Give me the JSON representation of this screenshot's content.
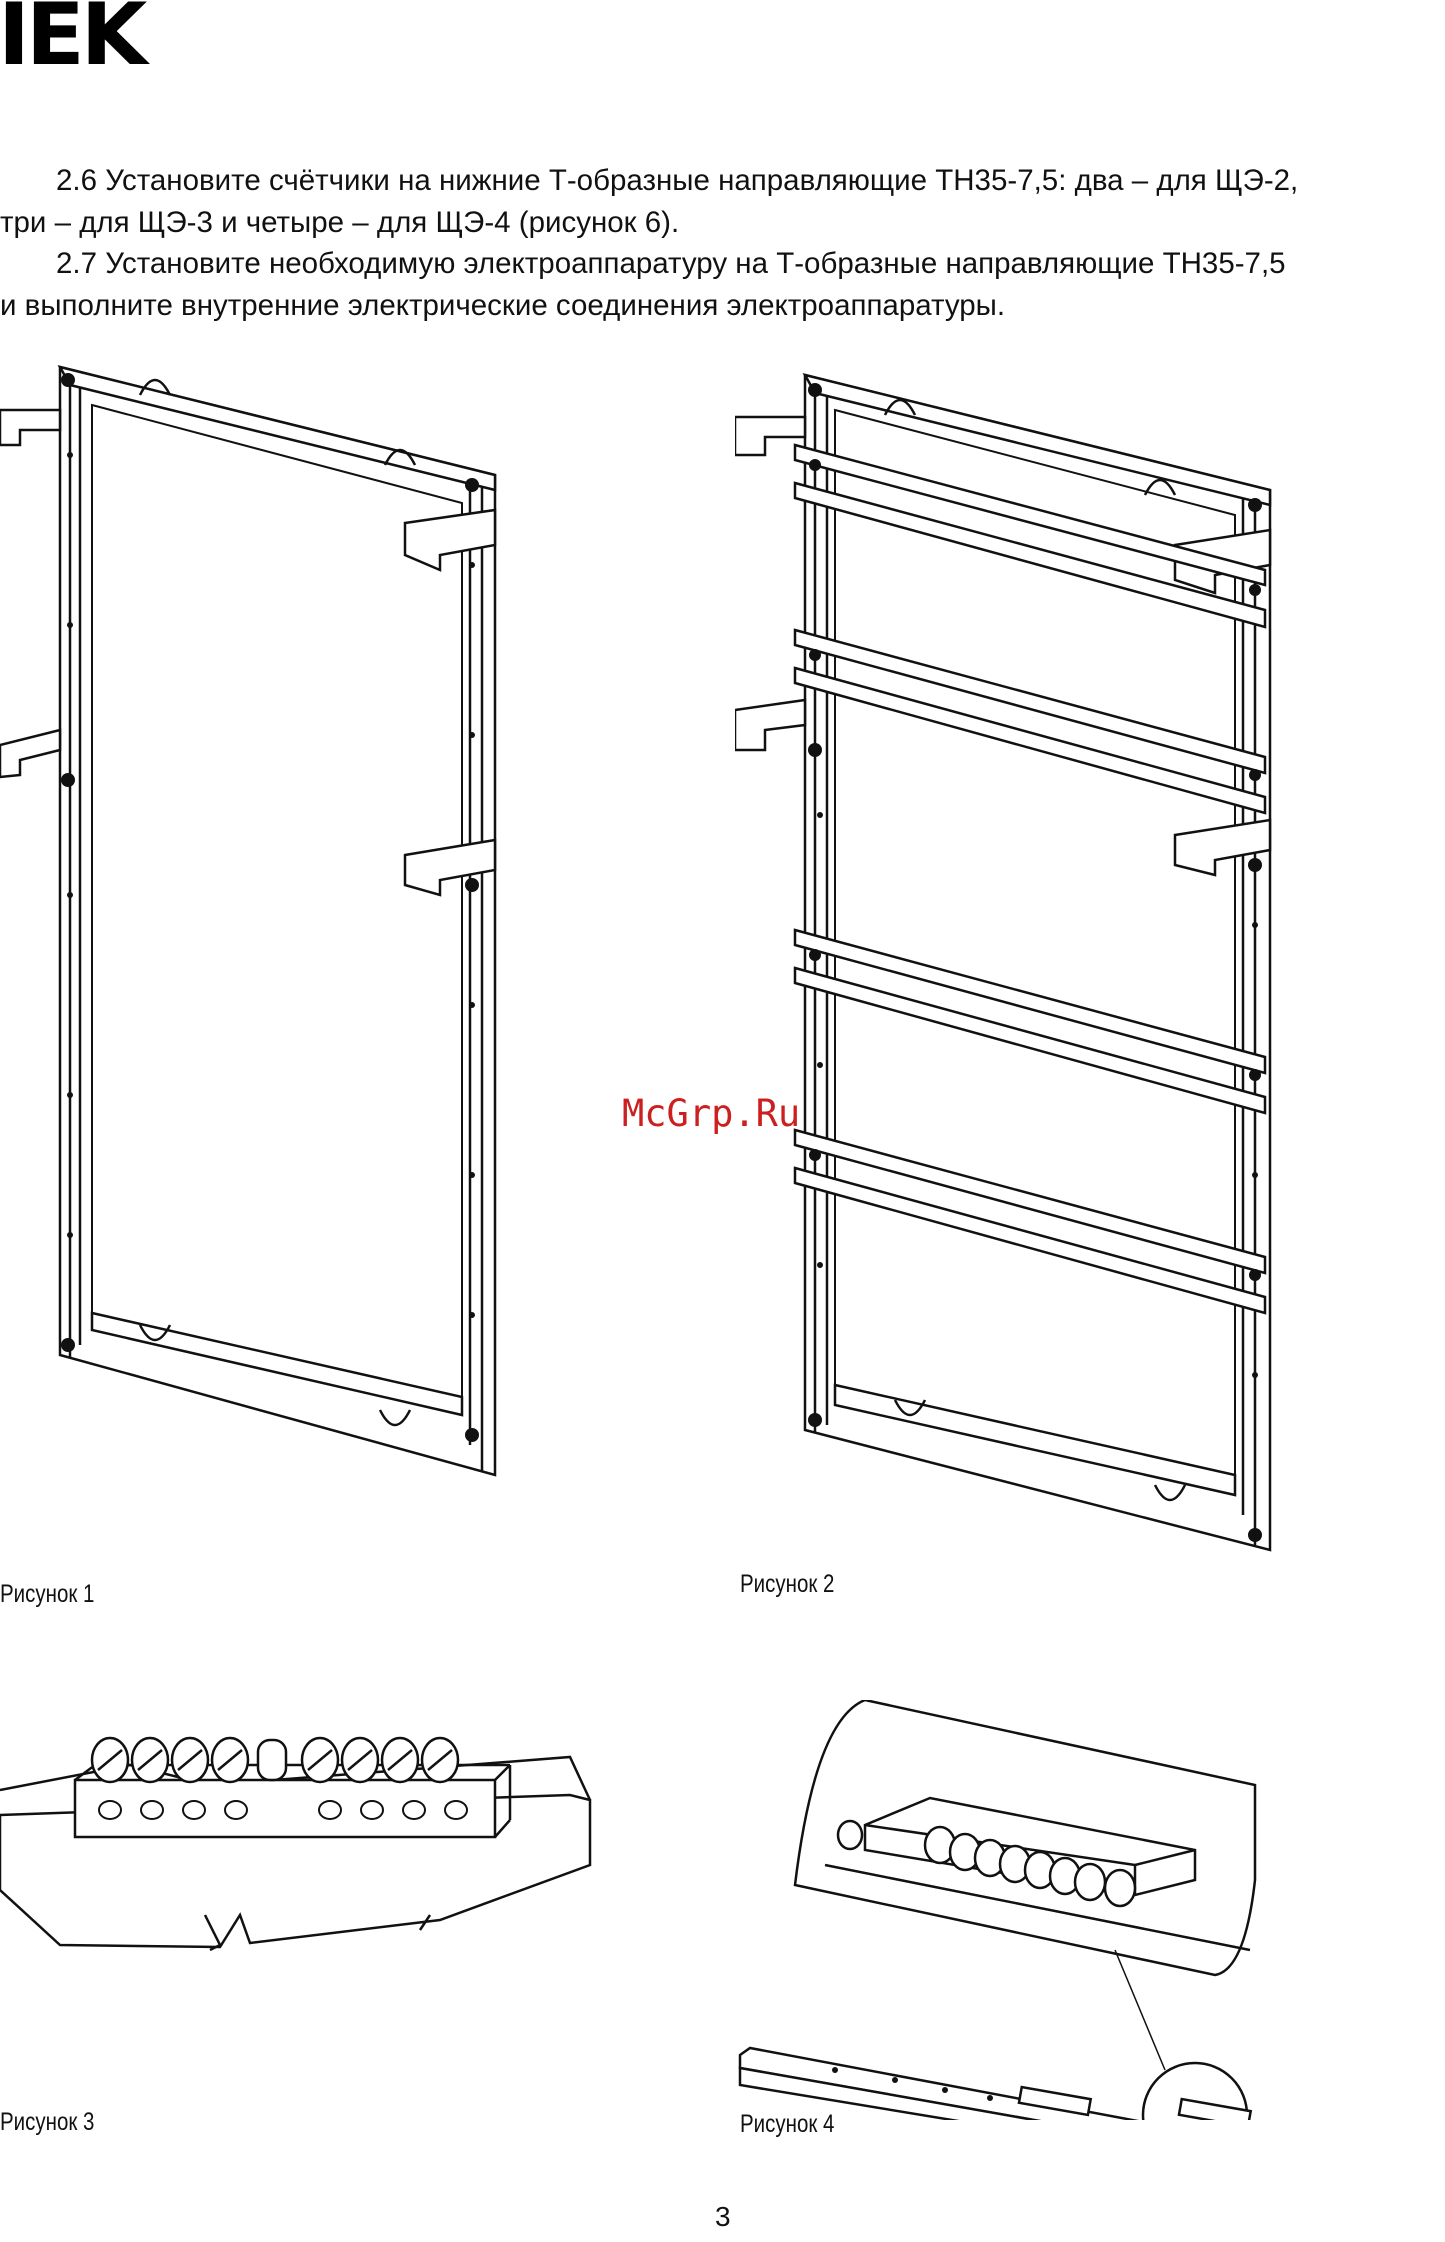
{
  "header": {
    "logo_text": "IEK"
  },
  "paragraphs": {
    "p1_line1": "2.6  Установите счётчики на нижние Т-образные направляющие ТН35-7,5: два – для ЩЭ-2,",
    "p1_line2": "три – для ЩЭ-3 и четыре – для ЩЭ-4 (рисунок 6).",
    "p2_line1": "2.7  Установите необходимую электроаппаратуру на Т-образные направляющие ТН35-7,5",
    "p2_line2": "и выполните внутренние электрические соединения электроаппаратуры."
  },
  "figures": {
    "fig1": "Рисунок 1",
    "fig2": "Рисунок 2",
    "fig3": "Рисунок 3",
    "fig4": "Рисунок 4"
  },
  "watermark": "McGrp.Ru",
  "page_number": "3"
}
